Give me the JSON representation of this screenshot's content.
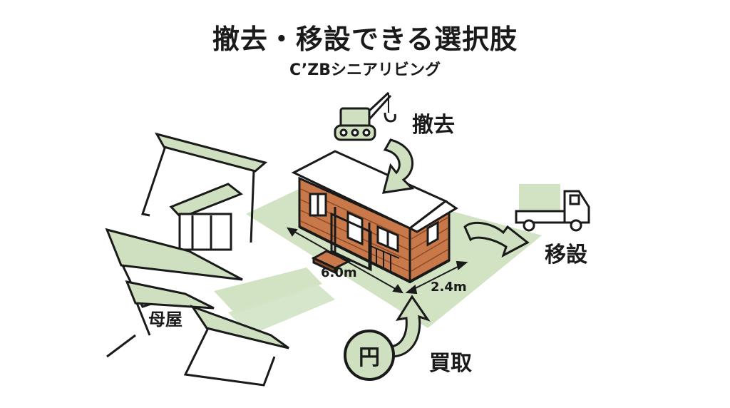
{
  "title": "撤去・移設できる選択肢",
  "subtitle": "C’ZBシニアリビング",
  "labels": {
    "removal": "撤去",
    "relocation": "移設",
    "purchase": "買取",
    "main_house": "母屋",
    "length": "6.0m",
    "width": "2.4m",
    "yen": "円"
  },
  "icons": [
    "crane-icon",
    "truck-icon",
    "yen-coin-icon"
  ],
  "colors": {
    "ground": "#d2e3c4",
    "roof_green": "#cfe0c0",
    "wall_wood": "#c9784a",
    "line": "#1a1a1a"
  }
}
